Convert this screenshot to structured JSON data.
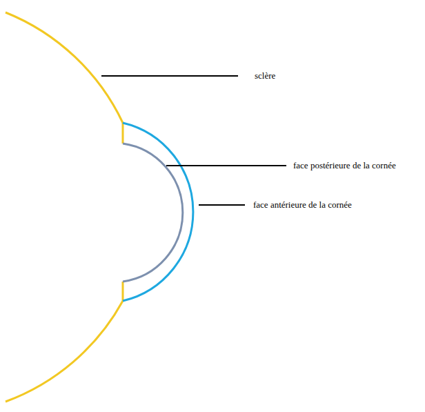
{
  "diagram": {
    "labels": [
      "sclère",
      "face postérieure de la cornée",
      "face antérieure de la cornée"
    ]
  }
}
